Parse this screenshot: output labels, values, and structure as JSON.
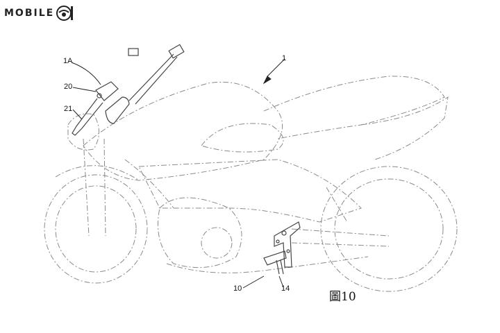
{
  "logo": {
    "text": "MOBILE",
    "mark_icon": "helmet-01-icon"
  },
  "figure": {
    "caption": "圖10",
    "labels": {
      "assembly": "1",
      "handle_part": "1A",
      "lever_holder": "20",
      "lever": "21",
      "pedal_unit": "10",
      "link_rod": "14"
    }
  },
  "colors": {
    "line": "#444444",
    "dashed": "#8a8a8a",
    "background": "#ffffff"
  }
}
